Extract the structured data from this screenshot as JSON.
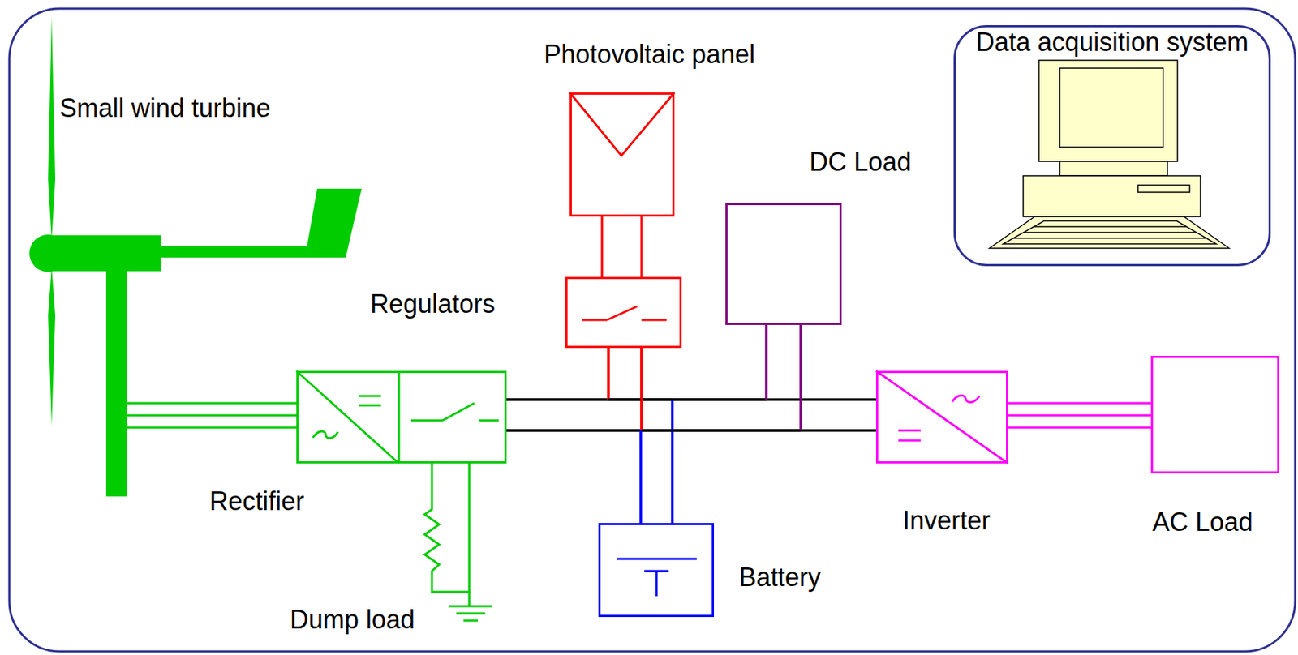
{
  "diagram": {
    "nodes": [
      {
        "text": [
          "Data acquisition system"
        ]
      },
      {
        "text": [
          "Photovoltaic panel"
        ]
      },
      {
        "text": [
          "Regulators"
        ]
      },
      {
        "text": [
          "DC Load"
        ]
      },
      {
        "text": [
          "Rectifier"
        ]
      },
      {
        "text": [
          "Battery"
        ]
      },
      {
        "text": [
          "Inverter"
        ]
      },
      {
        "text": [
          "AC Load"
        ]
      }
    ],
    "edges": [
      {
        "from": 1,
        "to": 2,
        "arrow": "none"
      },
      {
        "from": 4,
        "to": 6,
        "arrow": "none"
      },
      {
        "from": 4,
        "to": 5,
        "arrow": "none"
      },
      {
        "from": 4,
        "to": 3,
        "arrow": "none"
      },
      {
        "from": 2,
        "to": 6,
        "arrow": "none"
      },
      {
        "from": 2,
        "to": 5,
        "arrow": "none"
      },
      {
        "from": 2,
        "to": 3,
        "arrow": "none"
      },
      {
        "from": 6,
        "to": 7,
        "arrow": "none"
      }
    ],
    "labels": [
      "Small wind turbine",
      "Dump load"
    ]
  }
}
